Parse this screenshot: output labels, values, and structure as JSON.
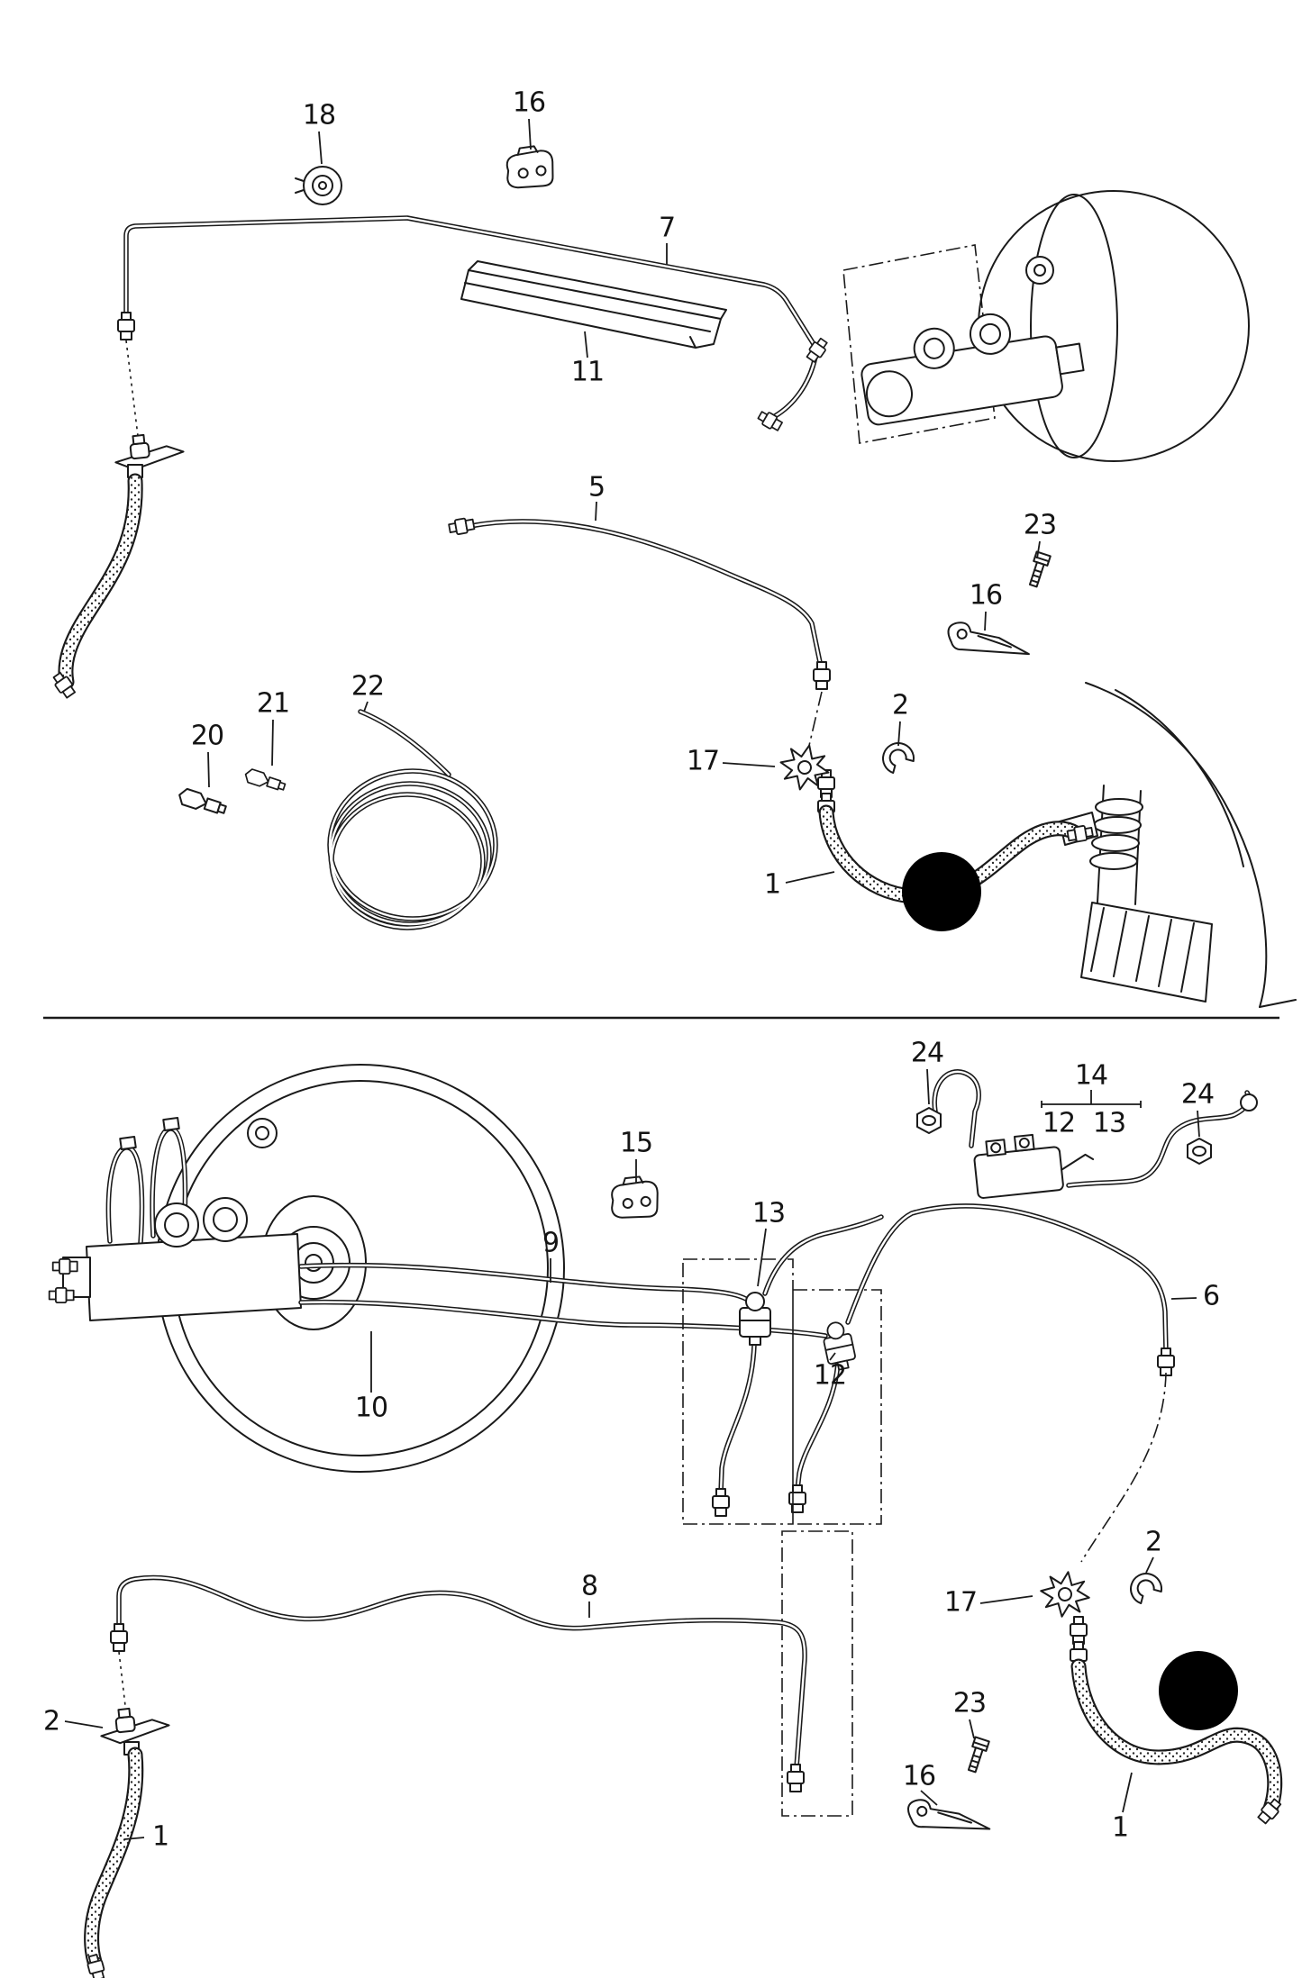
{
  "diagram": {
    "kind": "technical parts line drawing, two panels separated by a horizontal rule",
    "ink_color": "#1a1a1a",
    "background_color": "#ffffff"
  },
  "labels": [
    {
      "text": "18",
      "section": "upper"
    },
    {
      "text": "16",
      "section": "upper"
    },
    {
      "text": "7",
      "section": "upper"
    },
    {
      "text": "11",
      "section": "upper"
    },
    {
      "text": "5",
      "section": "upper"
    },
    {
      "text": "23",
      "section": "upper"
    },
    {
      "text": "16",
      "section": "upper"
    },
    {
      "text": "22",
      "section": "upper"
    },
    {
      "text": "21",
      "section": "upper"
    },
    {
      "text": "20",
      "section": "upper"
    },
    {
      "text": "17",
      "section": "upper"
    },
    {
      "text": "2",
      "section": "upper"
    },
    {
      "text": "1",
      "section": "upper"
    },
    {
      "text": "24",
      "section": "lower"
    },
    {
      "text": "14",
      "section": "lower"
    },
    {
      "text": "12",
      "section": "lower"
    },
    {
      "text": "13",
      "section": "lower"
    },
    {
      "text": "24",
      "section": "lower"
    },
    {
      "text": "15",
      "section": "lower"
    },
    {
      "text": "13",
      "section": "lower"
    },
    {
      "text": "9",
      "section": "lower"
    },
    {
      "text": "6",
      "section": "lower"
    },
    {
      "text": "12",
      "section": "lower"
    },
    {
      "text": "10",
      "section": "lower"
    },
    {
      "text": "8",
      "section": "lower"
    },
    {
      "text": "17",
      "section": "lower"
    },
    {
      "text": "2",
      "section": "lower"
    },
    {
      "text": "2",
      "section": "lower"
    },
    {
      "text": "23",
      "section": "lower"
    },
    {
      "text": "16",
      "section": "lower"
    },
    {
      "text": "1",
      "section": "lower"
    },
    {
      "text": "1",
      "section": "lower"
    }
  ]
}
